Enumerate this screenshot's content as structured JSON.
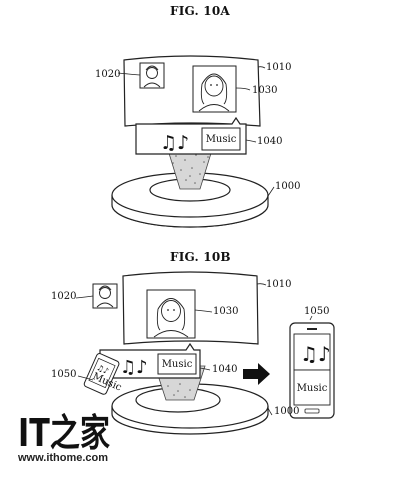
{
  "fig_a": {
    "title": "FIG. 10A",
    "labels": {
      "l1010": "1010",
      "l1020": "1020",
      "l1030": "1030",
      "l1040": "1040",
      "l1000": "1000"
    },
    "music_label": "Music",
    "note_icon": "music-notes-icon"
  },
  "fig_b": {
    "title": "FIG. 10B",
    "labels": {
      "l1010": "1010",
      "l1020": "1020",
      "l1030": "1030",
      "l1040": "1040",
      "l1050": "1050",
      "l1050_phone": "1050",
      "l1000": "1000"
    },
    "music_label": "Music",
    "small_phone_label": "Music",
    "phone_music_label": "Music",
    "arrow_icon": "right-arrow-icon"
  },
  "watermark": {
    "logo_text": "IT之家",
    "url": "www.ithome.com"
  }
}
